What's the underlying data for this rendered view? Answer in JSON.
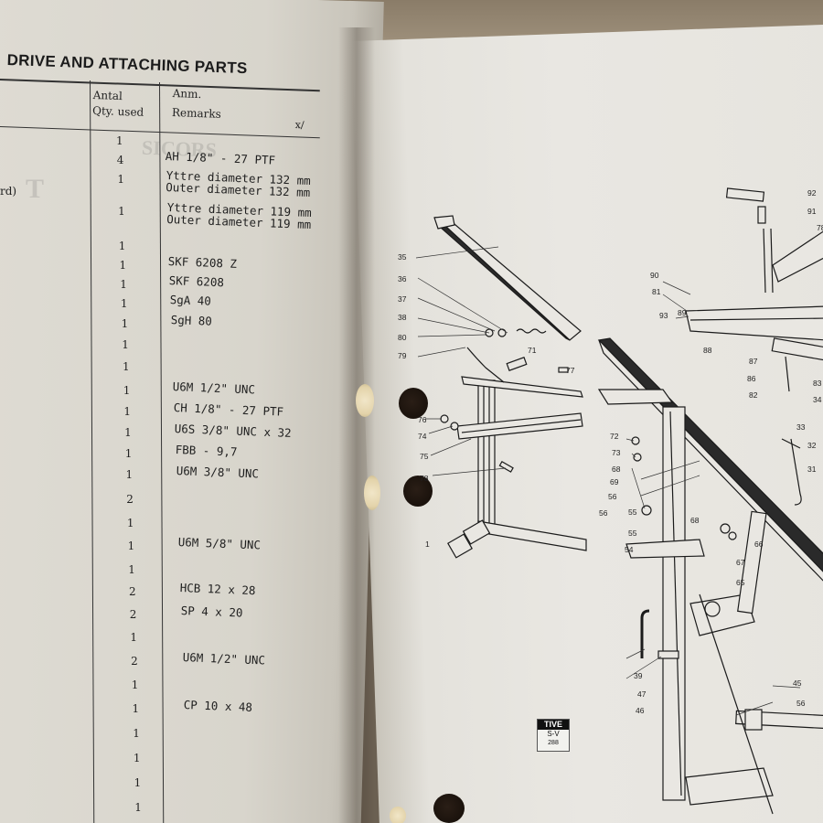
{
  "left_page": {
    "title": "DRIVE AND ATTACHING PARTS",
    "col_qty_header": [
      "Antal",
      "Qty. used"
    ],
    "col_remarks_header": [
      "Anm.",
      "Remarks"
    ],
    "col_remarks_mark": "x/",
    "side_note": "rd)",
    "ghost_text": [
      "SICORS",
      "T"
    ],
    "rows": [
      {
        "qty": "1",
        "remark": ""
      },
      {
        "qty": "4",
        "remark": "AH 1/8\" - 27 PTF"
      },
      {
        "qty": "1",
        "remark": "Yttre diameter 132 mm",
        "remark2": "Outer diameter 132 mm"
      },
      {
        "qty": "1",
        "remark": "Yttre diameter 119 mm",
        "remark2": "Outer diameter 119 mm"
      },
      {
        "qty": "1",
        "remark": ""
      },
      {
        "qty": "1",
        "remark": "SKF 6208 Z"
      },
      {
        "qty": "1",
        "remark": "SKF 6208"
      },
      {
        "qty": "1",
        "remark": "SgA 40"
      },
      {
        "qty": "1",
        "remark": "SgH 80"
      },
      {
        "qty": "1",
        "remark": ""
      },
      {
        "qty": "1",
        "remark": ""
      },
      {
        "qty": "1",
        "remark": "U6M 1/2\" UNC"
      },
      {
        "qty": "1",
        "remark": "CH 1/8\" - 27 PTF"
      },
      {
        "qty": "1",
        "remark": "U6S 3/8\" UNC x 32"
      },
      {
        "qty": "1",
        "remark": "FBB - 9,7"
      },
      {
        "qty": "1",
        "remark": "U6M 3/8\" UNC"
      },
      {
        "qty": "2",
        "remark": ""
      },
      {
        "qty": "1",
        "remark": ""
      },
      {
        "qty": "1",
        "remark": "U6M 5/8\" UNC"
      },
      {
        "qty": "1",
        "remark": ""
      },
      {
        "qty": "2",
        "remark": "HCB 12 x 28"
      },
      {
        "qty": "2",
        "remark": "SP 4 x 20"
      },
      {
        "qty": "1",
        "remark": ""
      },
      {
        "qty": "2",
        "remark": "U6M 1/2\" UNC"
      },
      {
        "qty": "1",
        "remark": ""
      },
      {
        "qty": "1",
        "remark": "CP 10 x 48"
      },
      {
        "qty": "1",
        "remark": ""
      },
      {
        "qty": "1",
        "remark": ""
      },
      {
        "qty": "1",
        "remark": ""
      },
      {
        "qty": "1",
        "remark": ""
      }
    ]
  },
  "right_page": {
    "stamp": [
      "TIVE",
      "S-V",
      "288"
    ],
    "callouts": [
      "92",
      "91",
      "78",
      "90",
      "81",
      "93",
      "89",
      "88",
      "87",
      "86",
      "82",
      "83",
      "34",
      "35",
      "36",
      "37",
      "38",
      "80",
      "79",
      "71",
      "77",
      "76",
      "74",
      "75",
      "78",
      "1",
      "72",
      "73",
      "68",
      "69",
      "56",
      "55",
      "56",
      "55",
      "54",
      "68",
      "67",
      "65",
      "66",
      "33",
      "32",
      "31",
      "39",
      "47",
      "46",
      "45",
      "56"
    ]
  },
  "colors": {
    "paper_left": "#d8d5cc",
    "paper_right": "#e8e6e0",
    "ink": "#1f1f1f",
    "background": "#6b6052"
  }
}
